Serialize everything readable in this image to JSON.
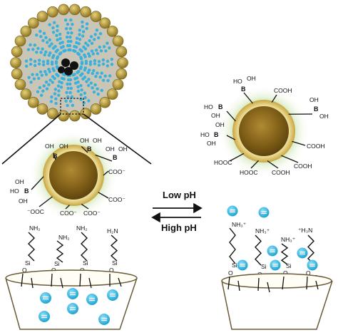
{
  "labels": {
    "low_ph": "Low pH",
    "high_ph": "High pH"
  },
  "chemistry": {
    "oh": "OH",
    "ho": "HO",
    "b": "B",
    "cooh": "COOH",
    "hooc": "HOOC",
    "coo_minus": "COO⁻",
    "minus_ooc": "⁻OOC",
    "nh2": "NH₂",
    "h2n": "H₂N",
    "nh3_plus": "NH₃⁺",
    "plus_h3n": "⁺H₃N",
    "si": "Si",
    "o": "O"
  },
  "colors": {
    "gold_core": "#8a6a1e",
    "gold_rim": "#d8c170",
    "green_glow": "#b7d98a",
    "mesopore_blue": "#3ab0dc",
    "particle_gold": "#c9a838",
    "cup_outline": "#6b5a3a",
    "ion_cyan": "#35c1ea"
  },
  "icons": {
    "ion": "negative-ion-icon",
    "drug": "black-sphere-icon",
    "arrow_left": "arrow-left-icon",
    "arrow_right": "arrow-right-icon"
  }
}
